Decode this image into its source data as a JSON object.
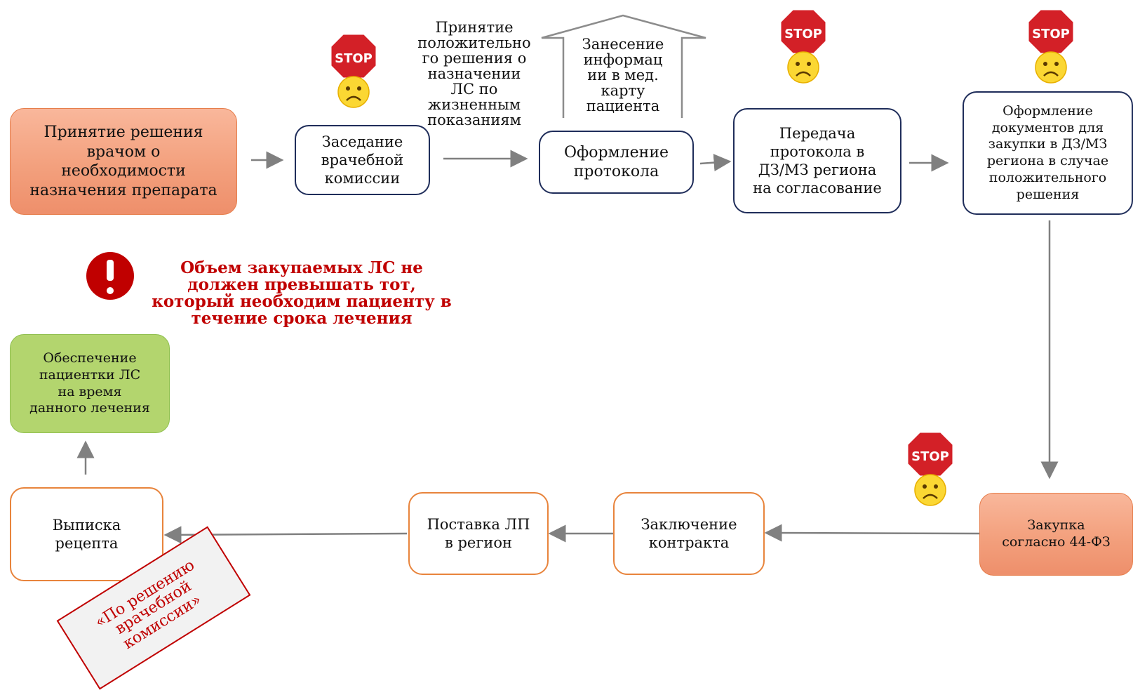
{
  "nodes": {
    "decision": "Принятие решения\nврачом о\nнеобходимости\nназначения препарата",
    "commission": "Заседание\nврачебной\nкомиссии",
    "protocol": "Оформление\nпротокола",
    "transfer": "Передача\nпротокола в\nДЗ/МЗ региона\nна согласование",
    "documents": "Оформление\nдокументов для\nзакупки в ДЗ/МЗ\nрегиона в случае\nположительного\nрешения",
    "purchase": "Закупка\nсогласно 44-ФЗ",
    "contract": "Заключение\nконтракта",
    "delivery": "Поставка ЛП\nв регион",
    "prescription": "Выписка\nрецепта",
    "provision": "Обеспечение\nпациентки ЛС\nна время\nданного лечения"
  },
  "annotations": {
    "positive_decision": "Принятие\nположительно\nго решения о\nназначении\nЛС по\nжизненным\nпоказаниям",
    "record_entry": "Занесение\nинформац\nии в мед.\nкарту\nпациента",
    "warning": "Объем закупаемых ЛС не\nдолжен превышать тот,\nкоторый необходим пациенту в\nтечение срока лечения",
    "stamp": "«По решению\nврачебной\nкомиссии»",
    "stop_sign": "STOP"
  },
  "colors": {
    "navy_border": "#1f2d5a",
    "orange_border": "#e8843c",
    "salmon_fill": "#f3a07d",
    "green_fill": "#b3d56e",
    "arrow": "#808080",
    "warning_red": "#c00000"
  }
}
